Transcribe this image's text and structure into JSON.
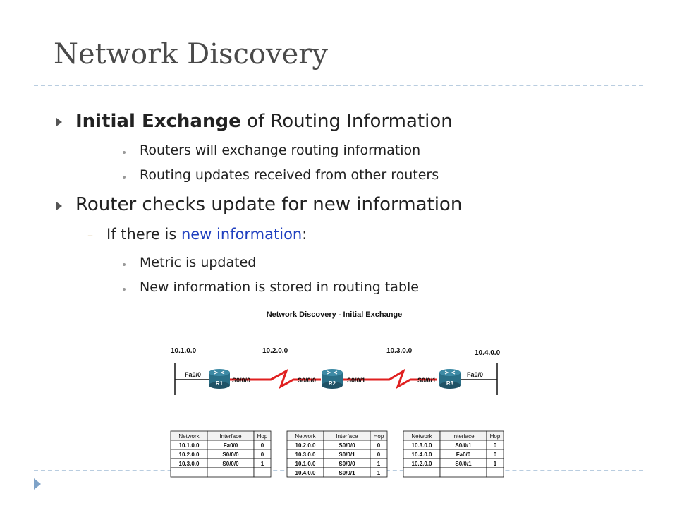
{
  "slide": {
    "title": "Network Discovery",
    "bullet1": {
      "bold": "Initial Exchange",
      "rest": " of Routing Information"
    },
    "bullet1_subs": [
      "Routers will exchange routing information",
      "Routing updates received from other routers"
    ],
    "bullet2": "Router checks update for new information",
    "level2": {
      "prefix": "If there is ",
      "highlight": "new information",
      "suffix": ":"
    },
    "level2_subs": [
      "Metric is updated",
      "New information is stored in routing table"
    ]
  },
  "diagram": {
    "title": "Network Discovery - Initial Exchange",
    "networks": [
      "10.1.0.0",
      "10.2.0.0",
      "10.3.0.0",
      "10.4.0.0"
    ],
    "routers": [
      {
        "name": "R1",
        "left_iface": "Fa0/0",
        "right_iface": "S0/0/0"
      },
      {
        "name": "R2",
        "left_iface": "S0/0/0",
        "right_iface": "S0/0/1"
      },
      {
        "name": "R3",
        "left_iface": "S0/0/1",
        "right_iface": "Fa0/0"
      }
    ],
    "table_headers": [
      "Network",
      "Interface",
      "Hop"
    ],
    "tables": [
      {
        "rows": [
          [
            "10.1.0.0",
            "Fa0/0",
            "0"
          ],
          [
            "10.2.0.0",
            "S0/0/0",
            "0"
          ],
          [
            "10.3.0.0",
            "S0/0/0",
            "1"
          ],
          [
            "",
            "",
            ""
          ]
        ]
      },
      {
        "rows": [
          [
            "10.2.0.0",
            "S0/0/0",
            "0"
          ],
          [
            "10.3.0.0",
            "S0/0/1",
            "0"
          ],
          [
            "10.1.0.0",
            "S0/0/0",
            "1"
          ],
          [
            "10.4.0.0",
            "S0/0/1",
            "1"
          ]
        ]
      },
      {
        "rows": [
          [
            "10.3.0.0",
            "S0/0/1",
            "0"
          ],
          [
            "10.4.0.0",
            "Fa0/0",
            "0"
          ],
          [
            "10.2.0.0",
            "S0/0/1",
            "1"
          ],
          [
            "",
            "",
            ""
          ]
        ]
      }
    ]
  },
  "colors": {
    "title": "#4a4a4a",
    "highlight": "#1f3fbf",
    "serial_link": "#e02020",
    "router": "#2a6f87",
    "divider": "#b9cde0"
  }
}
